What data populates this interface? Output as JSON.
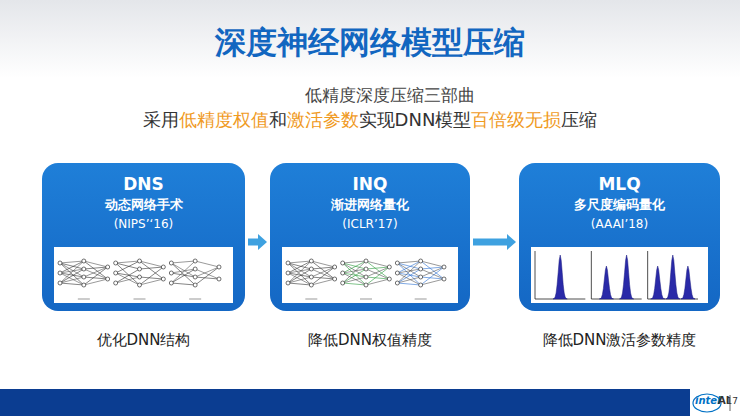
{
  "diagram": {
    "title": "深度神经网络模型压缩",
    "nodes": [
      {
        "text": [
          "DNS",
          "动态网络手术",
          "(NIPS’‘16)"
        ]
      },
      {
        "text": [
          "INQ",
          "渐进网络量化",
          "(ICLR’17)"
        ]
      },
      {
        "text": [
          "MLQ",
          "多尺度编码量化",
          "(AAAI’18)"
        ]
      }
    ],
    "edges": [
      {
        "from": 0,
        "to": 1,
        "arrow": "to"
      },
      {
        "from": 1,
        "to": 2,
        "arrow": "to"
      }
    ],
    "labels": [
      "低精度深度压缩三部曲",
      "采用",
      "低精度权值",
      "和",
      "激活参数",
      "实现DNN模型",
      "百倍级无损",
      "压缩",
      "优化DNN结构",
      "降低DNN权值精度",
      "降低DNN激活参数精度",
      "intel",
      "AI",
      "17"
    ]
  }
}
